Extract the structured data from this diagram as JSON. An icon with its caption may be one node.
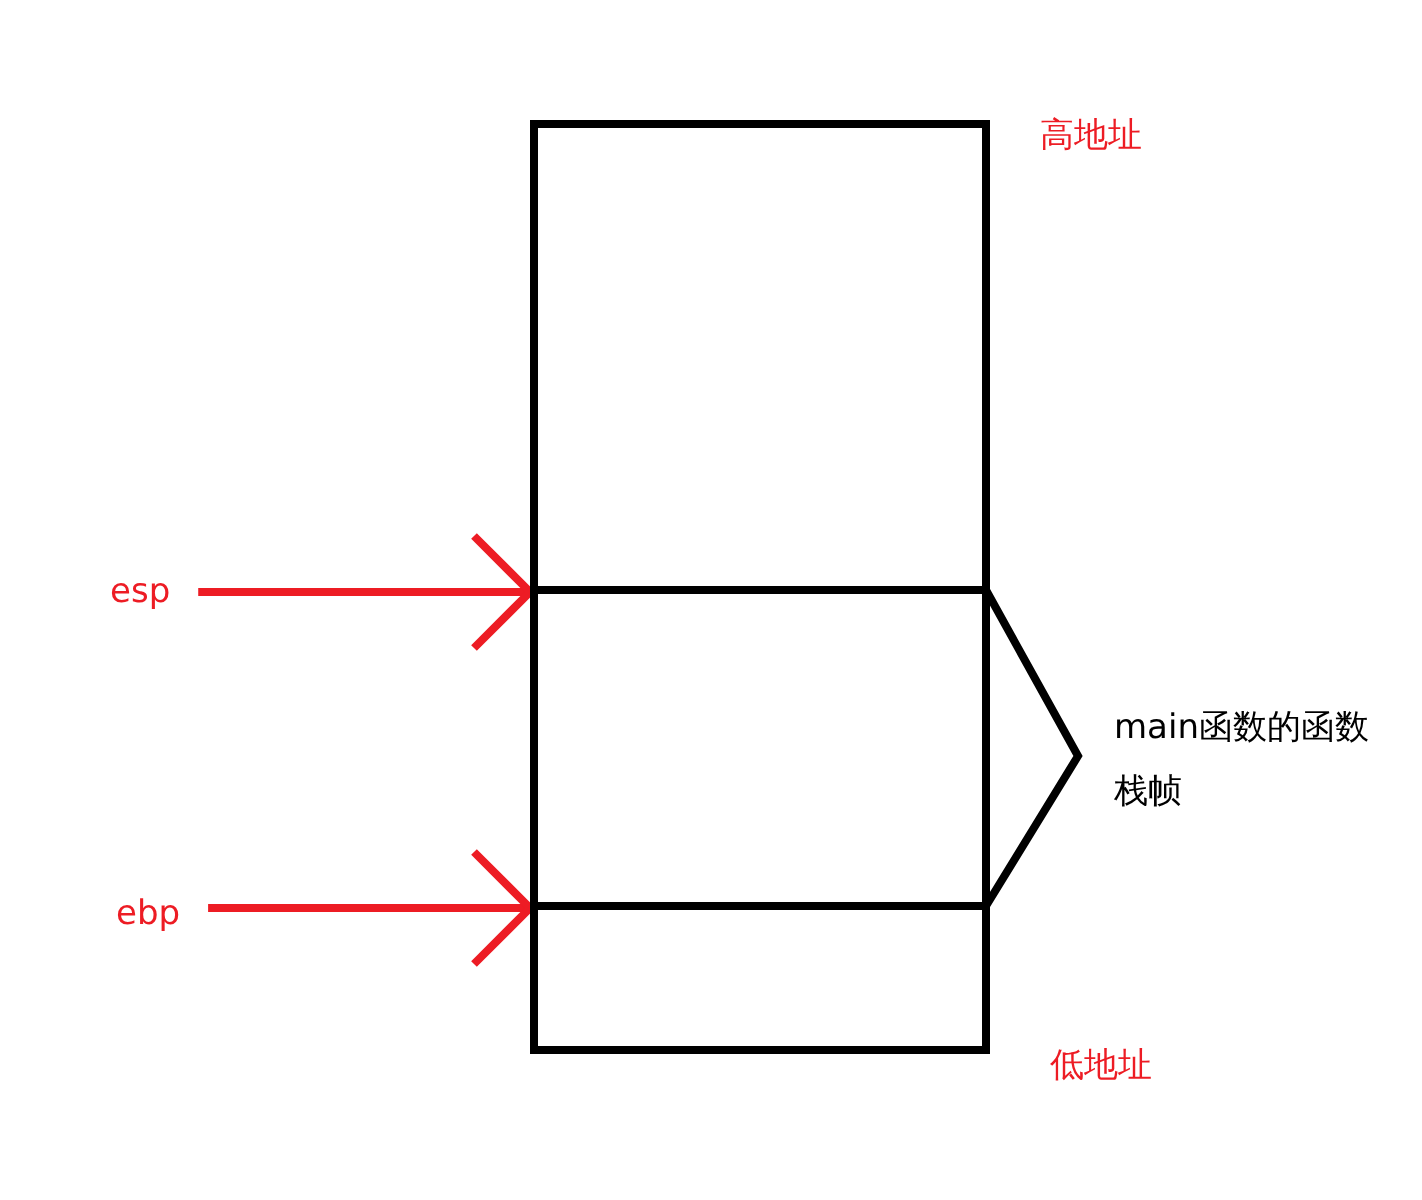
{
  "diagram": {
    "nodes": [
      {
        "text": [],
        "shape": "box"
      },
      {
        "text": [],
        "shape": "box",
        "beside": [
          "main函数的函数栈帧"
        ]
      },
      {
        "text": [],
        "shape": "box"
      },
      {
        "text": [
          "esp"
        ]
      },
      {
        "text": [
          "ebp"
        ]
      }
    ],
    "edges": [
      {
        "from": 3,
        "to": 1,
        "arrow": "to"
      },
      {
        "from": 4,
        "to": 2,
        "arrow": "to"
      }
    ],
    "labels": [
      "高地址",
      "低地址"
    ]
  }
}
